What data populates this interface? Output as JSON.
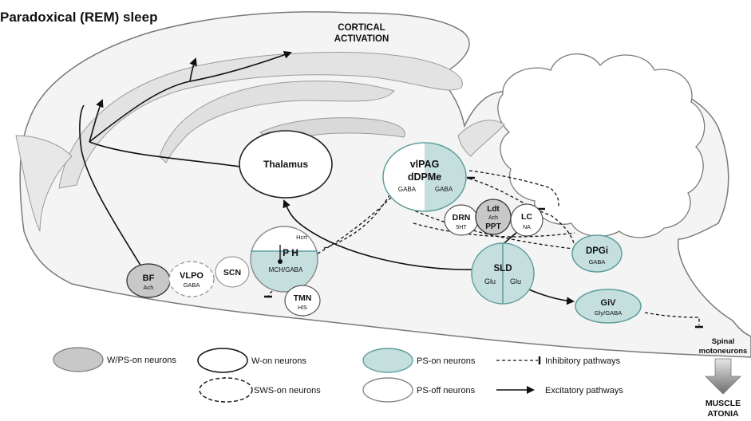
{
  "title": "Paradoxical (REM) sleep",
  "cortical": {
    "line1": "CORTICAL",
    "line2": "ACTIVATION"
  },
  "nuclei": {
    "thalamus": "Thalamus",
    "vlpag_l1": "vlPAG",
    "vlpag_l2": "dDPMe",
    "vlpag_left_tx": "GABA",
    "vlpag_right_tx": "GABA",
    "drn": "DRN",
    "drn_tx": "5HT",
    "ldt": "Ldt",
    "ldt_tx": "Ach",
    "ppt": "PPT",
    "lc": "LC",
    "lc_tx": "NA",
    "dpgi": "DPGi",
    "dpgi_tx": "GABA",
    "ph_hcrt": "Hcrt",
    "ph": "P H",
    "ph_tx": "MCH/GABA",
    "bf": "BF",
    "bf_tx": "Ach",
    "vlpo": "VLPO",
    "vlpo_tx": "GABA",
    "scn": "SCN",
    "tmn": "TMN",
    "tmn_tx": "HIS",
    "sld": "SLD",
    "sld_left_tx": "Glu",
    "sld_right_tx": "Glu",
    "giv": "GiV",
    "giv_tx": "Gly/GABA",
    "spinal_l1": "Spinal",
    "spinal_l2": "motoneurons"
  },
  "atonia": {
    "line1": "MUSCLE",
    "line2": "ATONIA"
  },
  "legend": {
    "wps_on": "W/PS-on neurons",
    "w_on": "W-on neurons",
    "sws_on": "SWS-on neurons",
    "ps_on": "PS-on neurons",
    "ps_off": "PS-off neurons",
    "inhibitory": "Inhibitory pathways",
    "excitatory": "Excitatory pathways"
  },
  "colors": {
    "ps_on_fill": "#c5dfdf",
    "ps_on_stroke": "#5f9e9c",
    "wps_fill": "#c8c8c8",
    "brain_fill": "#f4f4f4",
    "brain_stroke": "#7a7a7a"
  }
}
